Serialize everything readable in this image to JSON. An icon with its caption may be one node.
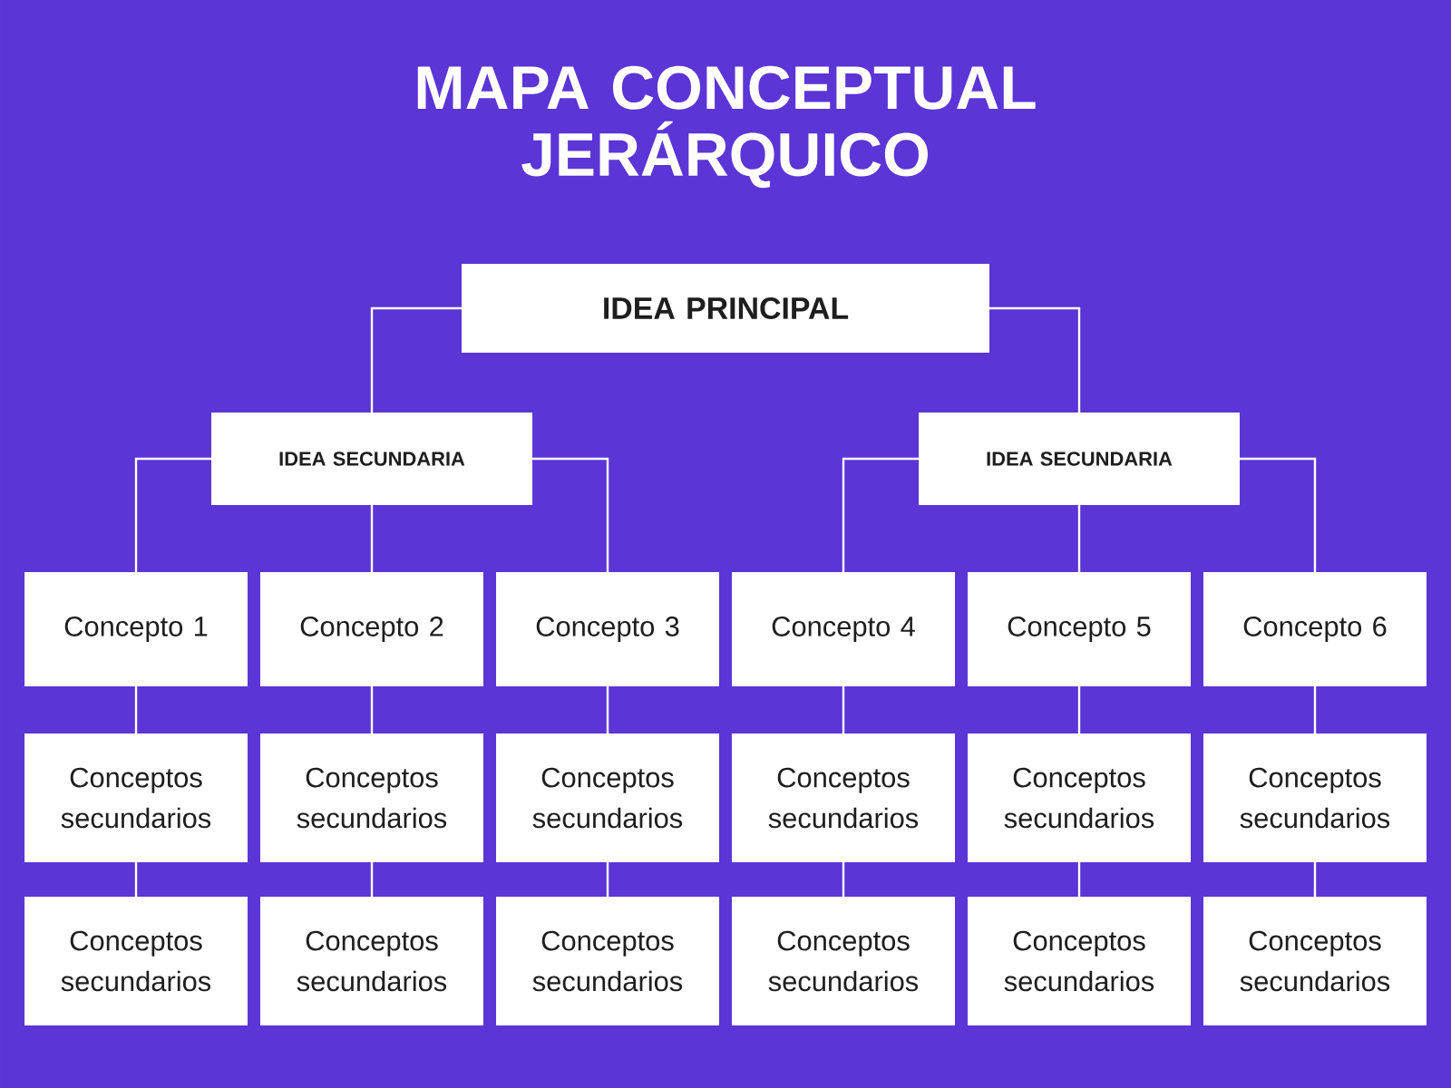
{
  "diagram": {
    "title": "MAPA CONCEPTUAL JERÁRQUICO",
    "nodes": [
      {
        "text": [
          "IDEA PRINCIPAL"
        ]
      },
      {
        "text": [
          "IDEA SECUNDARIA"
        ]
      },
      {
        "text": [
          "IDEA SECUNDARIA"
        ]
      },
      {
        "text": [
          "Concepto 1"
        ]
      },
      {
        "text": [
          "Concepto 2"
        ]
      },
      {
        "text": [
          "Concepto 3"
        ]
      },
      {
        "text": [
          "Concepto 4"
        ]
      },
      {
        "text": [
          "Concepto 5"
        ]
      },
      {
        "text": [
          "Concepto 6"
        ]
      },
      {
        "text": [
          "Conceptos secundarios"
        ]
      },
      {
        "text": [
          "Conceptos secundarios"
        ]
      },
      {
        "text": [
          "Conceptos secundarios"
        ]
      },
      {
        "text": [
          "Conceptos secundarios"
        ]
      },
      {
        "text": [
          "Conceptos secundarios"
        ]
      },
      {
        "text": [
          "Conceptos secundarios"
        ]
      },
      {
        "text": [
          "Conceptos secundarios"
        ]
      },
      {
        "text": [
          "Conceptos secundarios"
        ]
      },
      {
        "text": [
          "Conceptos secundarios"
        ]
      },
      {
        "text": [
          "Conceptos secundarios"
        ]
      },
      {
        "text": [
          "Conceptos secundarios"
        ]
      },
      {
        "text": [
          "Conceptos secundarios"
        ]
      }
    ],
    "edges": [
      {
        "from": 0,
        "to": 1,
        "arrow": "none"
      },
      {
        "from": 0,
        "to": 2,
        "arrow": "none"
      },
      {
        "from": 1,
        "to": 3,
        "arrow": "none"
      },
      {
        "from": 1,
        "to": 4,
        "arrow": "none"
      },
      {
        "from": 1,
        "to": 5,
        "arrow": "none"
      },
      {
        "from": 2,
        "to": 6,
        "arrow": "none"
      },
      {
        "from": 2,
        "to": 7,
        "arrow": "none"
      },
      {
        "from": 2,
        "to": 8,
        "arrow": "none"
      },
      {
        "from": 3,
        "to": 9,
        "arrow": "none"
      },
      {
        "from": 4,
        "to": 10,
        "arrow": "none"
      },
      {
        "from": 5,
        "to": 11,
        "arrow": "none"
      },
      {
        "from": 6,
        "to": 12,
        "arrow": "none"
      },
      {
        "from": 7,
        "to": 13,
        "arrow": "none"
      },
      {
        "from": 8,
        "to": 14,
        "arrow": "none"
      },
      {
        "from": 9,
        "to": 15,
        "arrow": "none"
      },
      {
        "from": 10,
        "to": 16,
        "arrow": "none"
      },
      {
        "from": 11,
        "to": 17,
        "arrow": "none"
      },
      {
        "from": 12,
        "to": 18,
        "arrow": "none"
      },
      {
        "from": 13,
        "to": 19,
        "arrow": "none"
      },
      {
        "from": 14,
        "to": 20,
        "arrow": "none"
      }
    ]
  }
}
